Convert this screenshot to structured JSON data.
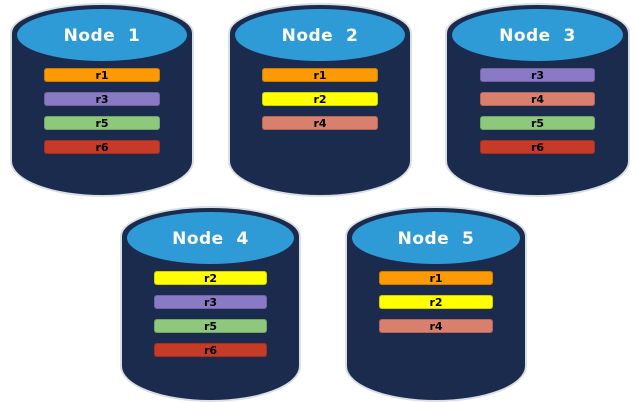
{
  "diagram": {
    "description": "Five database nodes with replica assignments",
    "background": "#ffffff",
    "palette": {
      "cylinder_body": "#1b2b4d",
      "cylinder_top": "#2f9bd6",
      "cylinder_outline": "#bac4d4",
      "node_label_color": "#ffffff",
      "replica_label_color": "#000000",
      "replica_colors": {
        "r1": "#fc9a03",
        "r2": "#ffff00",
        "r3": "#8a7ac5",
        "r4": "#d97f6d",
        "r5": "#8dc87c",
        "r6": "#c53b27"
      }
    },
    "nodes": [
      {
        "label": "Node  1",
        "replicas": [
          "r1",
          "r3",
          "r5",
          "r6"
        ]
      },
      {
        "label": "Node  2",
        "replicas": [
          "r1",
          "r2",
          "r4"
        ]
      },
      {
        "label": "Node  3",
        "replicas": [
          "r3",
          "r4",
          "r5",
          "r6"
        ]
      },
      {
        "label": "Node  4",
        "replicas": [
          "r2",
          "r3",
          "r5",
          "r6"
        ]
      },
      {
        "label": "Node  5",
        "replicas": [
          "r1",
          "r2",
          "r4"
        ]
      }
    ]
  }
}
